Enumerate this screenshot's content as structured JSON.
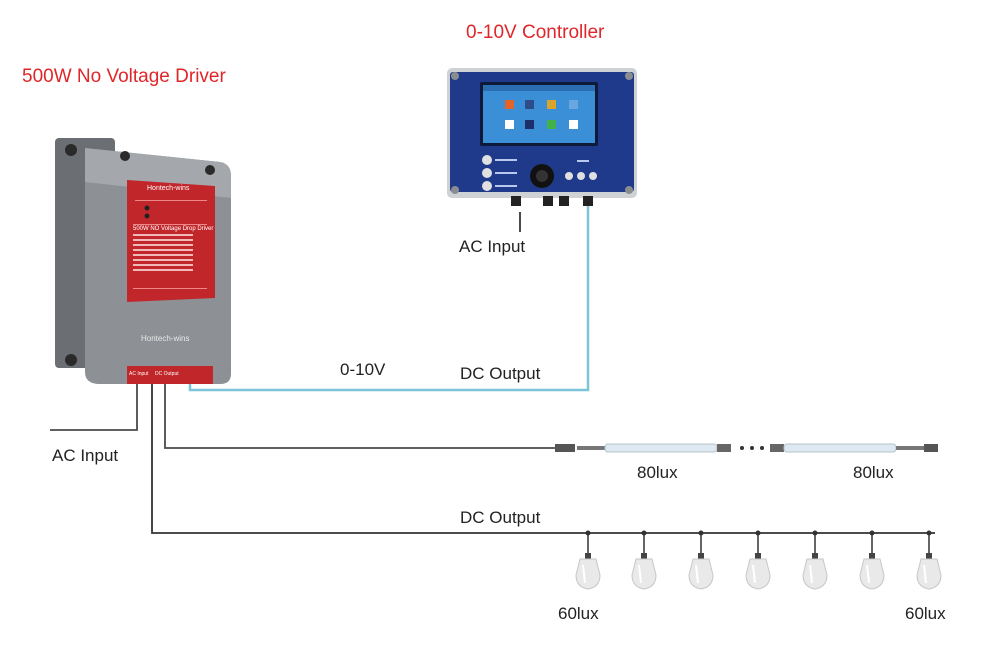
{
  "titles": {
    "driver": "500W No Voltage Driver",
    "controller": "0-10V Controller"
  },
  "labels": {
    "controller_ac_input": "AC Input",
    "signal_0_10v": "0-10V",
    "controller_dc_output": "DC Output",
    "driver_ac_input": "AC Input",
    "strip_lux_left": "80lux",
    "strip_lux_right": "80lux",
    "bulbs_dc_output": "DC Output",
    "bulb_lux_left": "60lux",
    "bulb_lux_right": "60lux"
  },
  "driver_panel": {
    "brand": "Hontech-wins",
    "model": "500W NO Voltage Drop Driver",
    "bottom_brand": "Hontech-wins",
    "port_ac": "AC Input",
    "port_dc": "DC Output"
  },
  "colors": {
    "title_red": "#e0262a",
    "signal_wire": "#7ac5d8",
    "power_wire": "#4a4a4a",
    "panel_red": "#c0262a"
  }
}
